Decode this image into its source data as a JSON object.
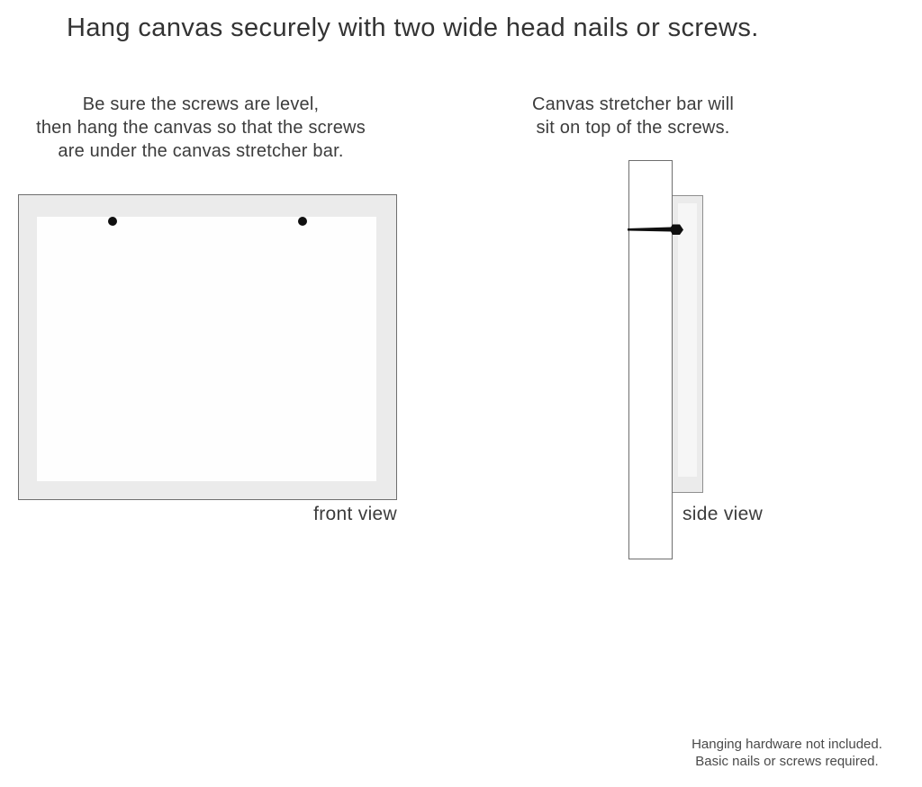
{
  "title": "Hang canvas securely with two wide head nails or screws.",
  "left_instruction": {
    "lines": [
      "Be sure the screws are level,",
      "then hang the canvas so that the screws",
      "are under the canvas stretcher bar."
    ]
  },
  "right_instruction": {
    "lines": [
      "Canvas stretcher bar will",
      "sit on top of the screws."
    ]
  },
  "front_view": {
    "label": "front view",
    "nail_count": 2
  },
  "side_view": {
    "label": "side view"
  },
  "footnote": {
    "lines": [
      "Hanging hardware not included.",
      "Basic nails or screws required."
    ]
  },
  "colors": {
    "background": "#ffffff",
    "text": "#3c3c3c",
    "canvas_fill": "#ebebeb",
    "border": "#6e6e6e",
    "nail": "#0f0f0f"
  }
}
